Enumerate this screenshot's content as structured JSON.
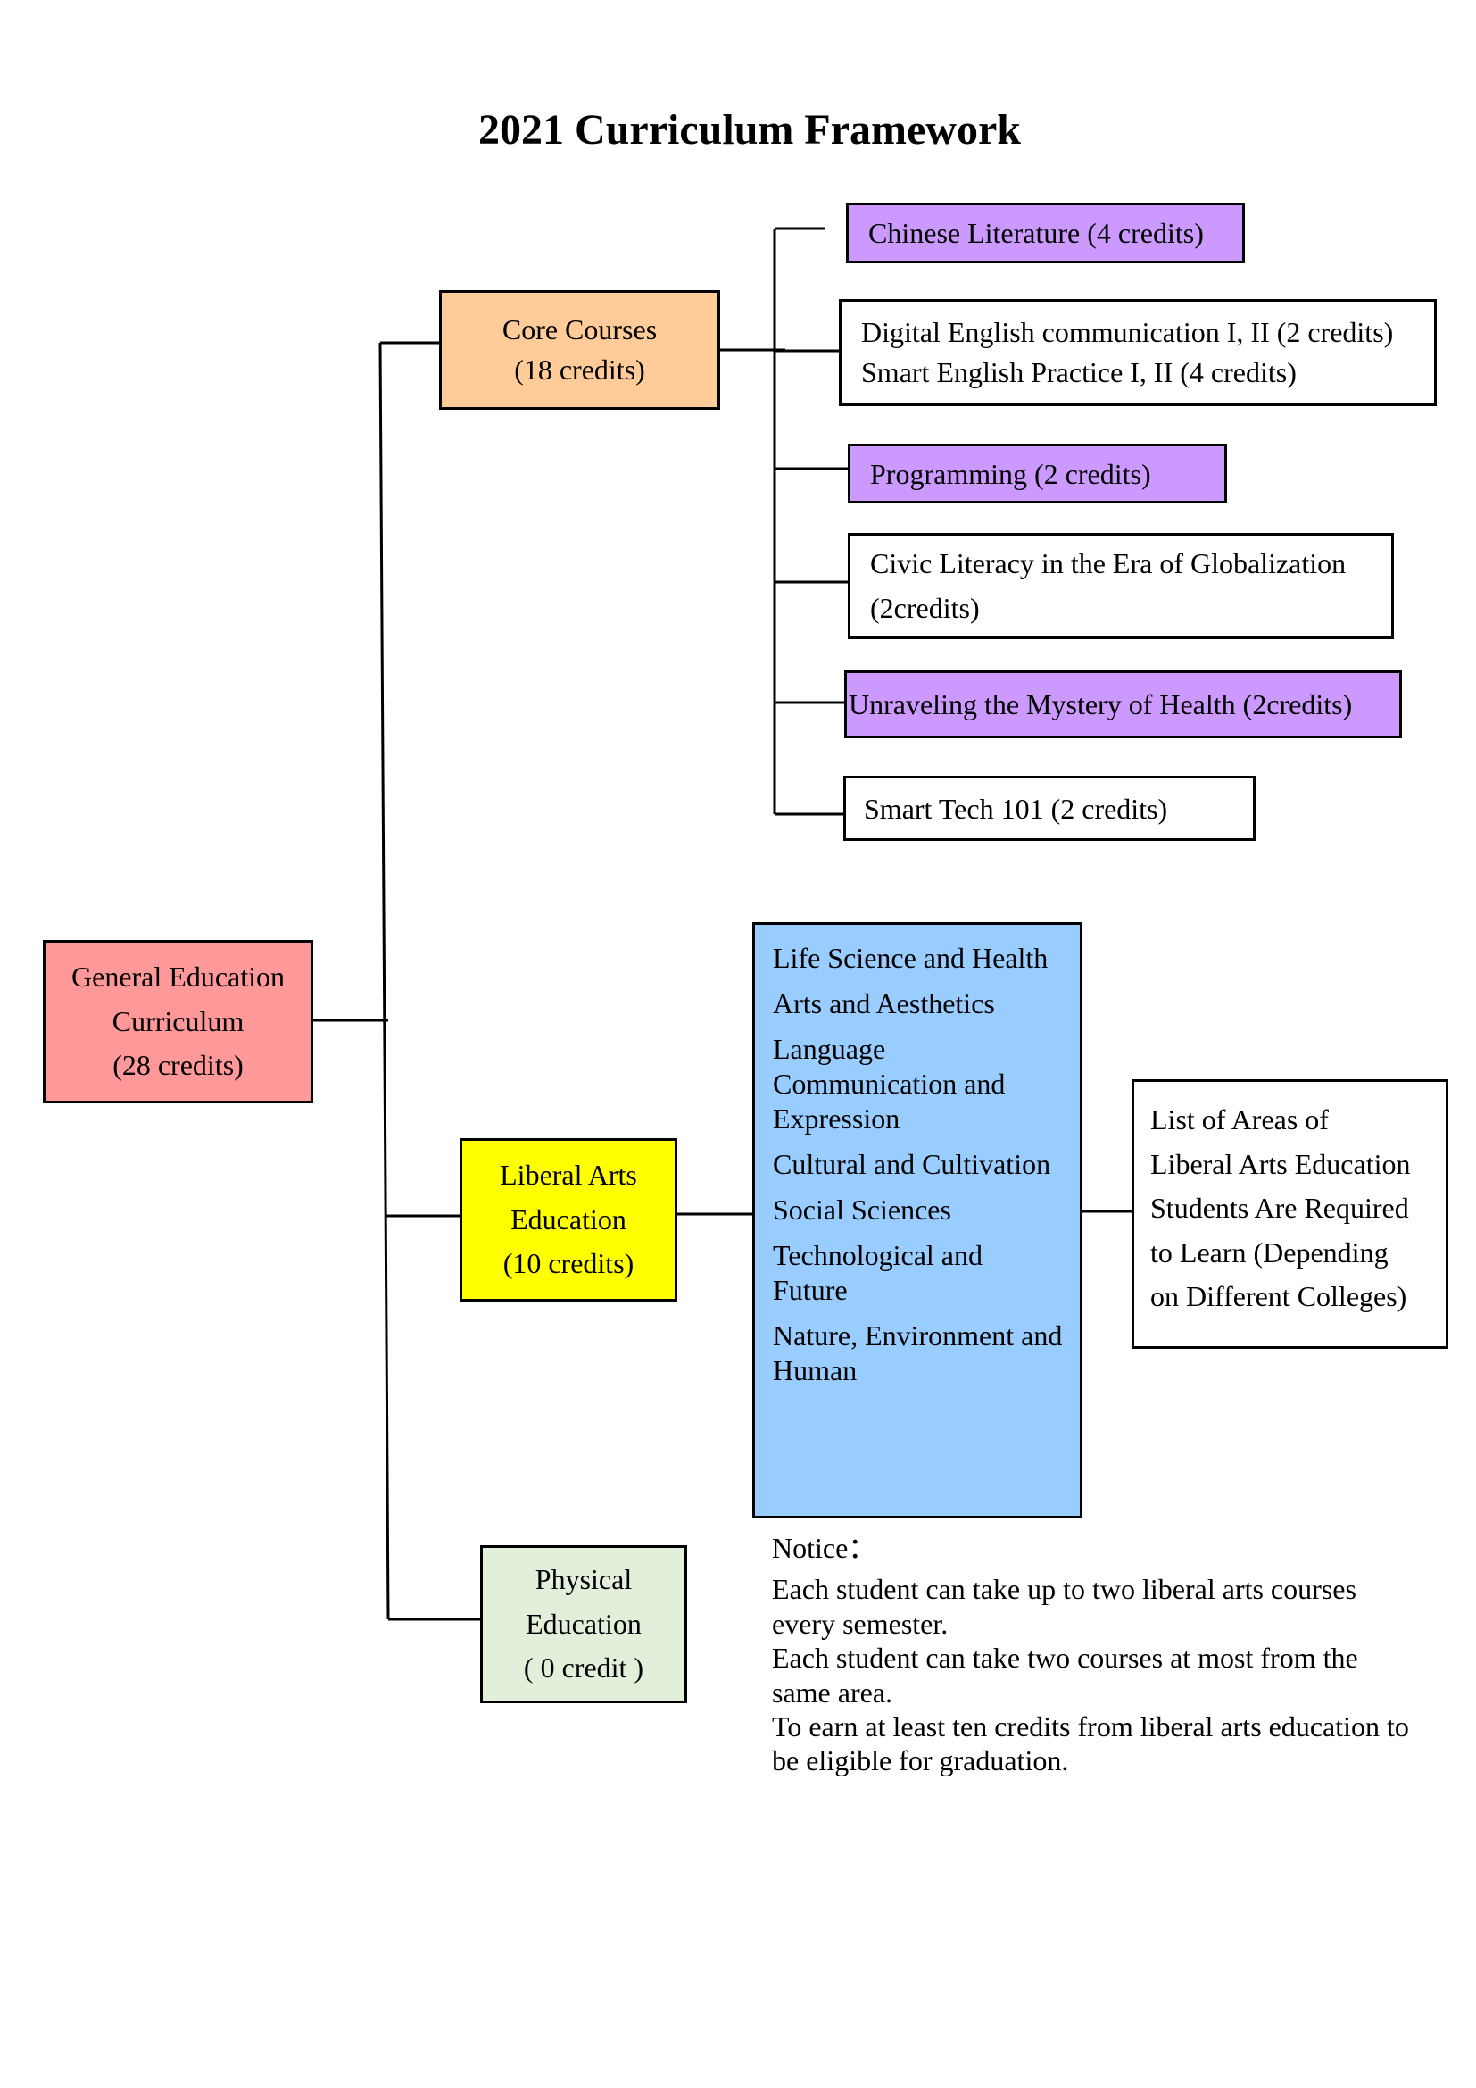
{
  "title": "2021 Curriculum Framework",
  "colors": {
    "general": "#ff9999",
    "core": "#ffcc99",
    "liberal": "#ffff00",
    "physical": "#e2efda",
    "areas": "#99ccff",
    "highlight": "#cc99ff",
    "plain": "#ffffff",
    "line": "#000000"
  },
  "general": {
    "lines": [
      "General Education",
      "Curriculum",
      "(28 credits)"
    ]
  },
  "core": {
    "lines": [
      "Core Courses",
      "(18 credits)"
    ]
  },
  "liberal": {
    "lines": [
      "Liberal Arts",
      "Education",
      "(10 credits)"
    ]
  },
  "physical": {
    "lines": [
      "Physical",
      "Education",
      "( 0 credit )"
    ]
  },
  "core_courses": [
    {
      "lines": [
        "Chinese Literature (4 credits)"
      ],
      "color": "#cc99ff"
    },
    {
      "lines": [
        "Digital English communication I, II (2 credits)",
        "Smart English Practice I, II (4 credits)"
      ],
      "color": "#ffffff"
    },
    {
      "lines": [
        "Programming (2 credits)"
      ],
      "color": "#cc99ff"
    },
    {
      "lines": [
        "Civic Literacy in the Era of Globalization",
        "(2credits)"
      ],
      "color": "#ffffff"
    },
    {
      "lines": [
        "Unraveling the Mystery of Health (2credits)"
      ],
      "color": "#cc99ff"
    },
    {
      "lines": [
        "Smart Tech 101 (2 credits)"
      ],
      "color": "#ffffff"
    }
  ],
  "liberal_areas": [
    "Life Science and Health",
    "Arts and Aesthetics",
    "Language Communication and Expression",
    "Cultural and Cultivation",
    "Social Sciences",
    "Technological and Future",
    "Nature, Environment and Human"
  ],
  "requirement": {
    "lines": [
      "List of Areas of",
      "Liberal Arts Education",
      "Students Are Required",
      "to Learn (Depending",
      "on Different Colleges)"
    ]
  },
  "notice": {
    "heading": "Notice：",
    "items": [
      "Each student can take up to two liberal arts courses every semester.",
      "Each student can take two courses at most from the same area.",
      "To earn at least ten credits from liberal arts education to be eligible for graduation."
    ]
  }
}
